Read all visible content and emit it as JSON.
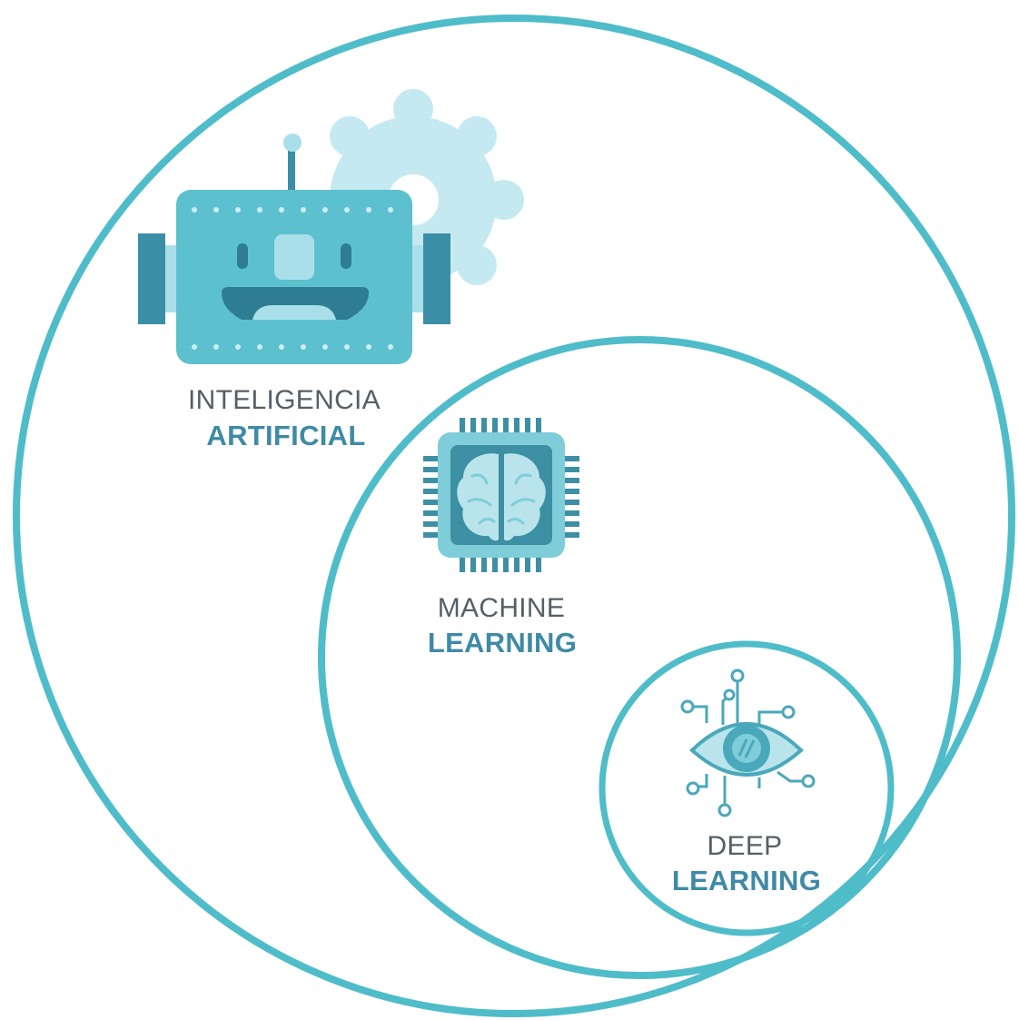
{
  "colors": {
    "ring": "#4fbcc9",
    "robot_body": "#5cc0cf",
    "robot_dark": "#3a8fa6",
    "robot_light": "#a9dfe9",
    "gear": "#c5e9f1",
    "chip_dark": "#3d8fa3",
    "chip_mid": "#7fcdd9",
    "chip_light": "#b9e4ec",
    "label_gray": "#555f66",
    "label_blue": "#3f8aa6"
  },
  "ai": {
    "icon": "robot-icon",
    "line1": "INTELIGENCIA",
    "line2": "ARTIFICIAL"
  },
  "ml": {
    "icon": "brain-chip-icon",
    "line1": "MACHINE",
    "line2": "LEARNING"
  },
  "dl": {
    "icon": "circuit-eye-icon",
    "line1": "DEEP",
    "line2": "LEARNING"
  }
}
